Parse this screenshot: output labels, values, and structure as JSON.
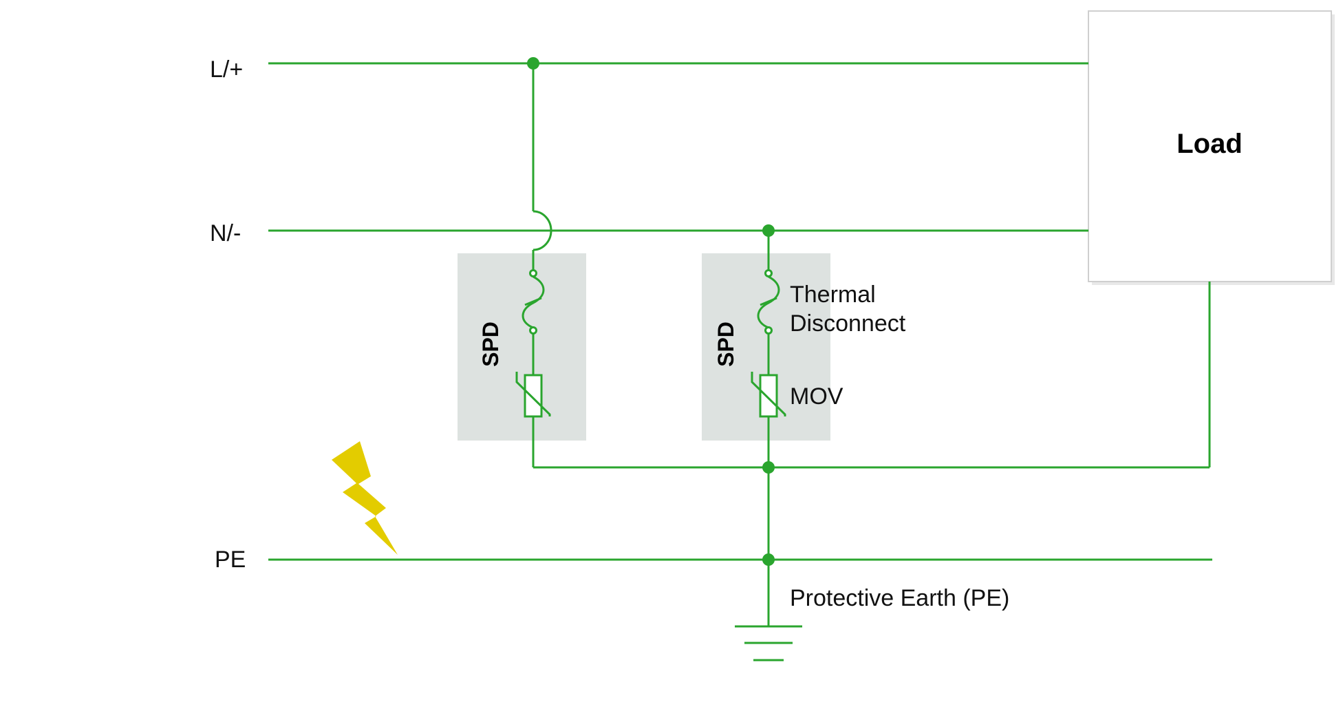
{
  "colors": {
    "wire": "#2aa52e",
    "spd_box": "#dde2e0",
    "load_border": "#cfcfcf",
    "lightning": "#e3cc00",
    "text": "#111111"
  },
  "labels": {
    "line": "L/+",
    "neutral": "N/-",
    "pe": "PE",
    "load": "Load",
    "spd_left": "SPD",
    "spd_right": "SPD",
    "thermal_line1": "Thermal",
    "thermal_line2": "Disconnect",
    "mov": "MOV",
    "protective_earth": "Protective Earth (PE)"
  },
  "icons": {
    "lightning": "lightning-bolt-icon",
    "ground": "ground-symbol-icon",
    "thermal_disconnect": "thermal-disconnect-icon",
    "varistor": "varistor-icon"
  }
}
